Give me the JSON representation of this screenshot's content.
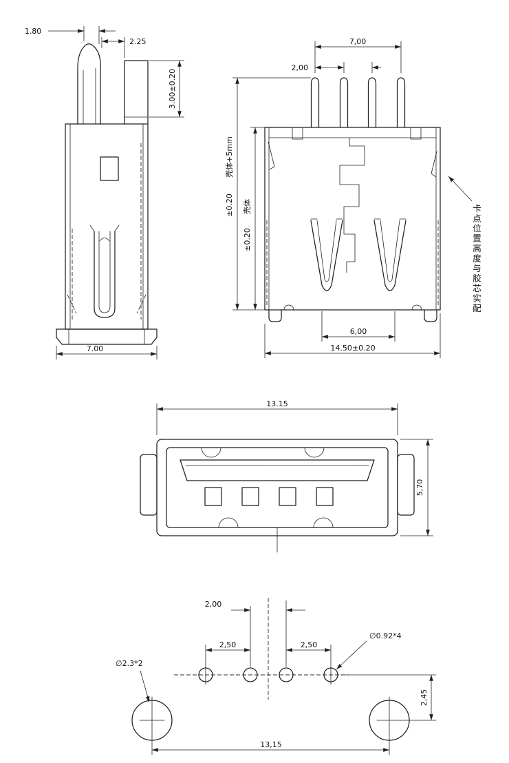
{
  "drawing": {
    "side_view": {
      "dim_tip_width": "1.80",
      "dim_step": "2.25",
      "dim_step_height": "3.00±0.20",
      "dim_body_width": "7.00"
    },
    "front_view": {
      "dim_pin_span": "7,00",
      "dim_pin_pitch": "2,00",
      "dim_shell_plus": "壳体+5mm",
      "dim_shell_plus_tol": "±0.20",
      "dim_shell": "壳体",
      "dim_shell_tol": "±0.20",
      "dim_contact_span": "6,00",
      "dim_shell_width": "14.50±0.20",
      "note": "卡点位置高度与胶芯实配"
    },
    "face_view": {
      "dim_width": "13.15",
      "dim_height": "5,70"
    },
    "footprint": {
      "dim_inner_pitch": "2,00",
      "dim_left_pitch": "2,50",
      "dim_right_pitch": "2,50",
      "dim_small_hole": "∅0.92*4",
      "dim_big_hole": "∅2.3*2",
      "dim_row_offset": "2,45",
      "dim_mount_span": "13,15"
    }
  }
}
